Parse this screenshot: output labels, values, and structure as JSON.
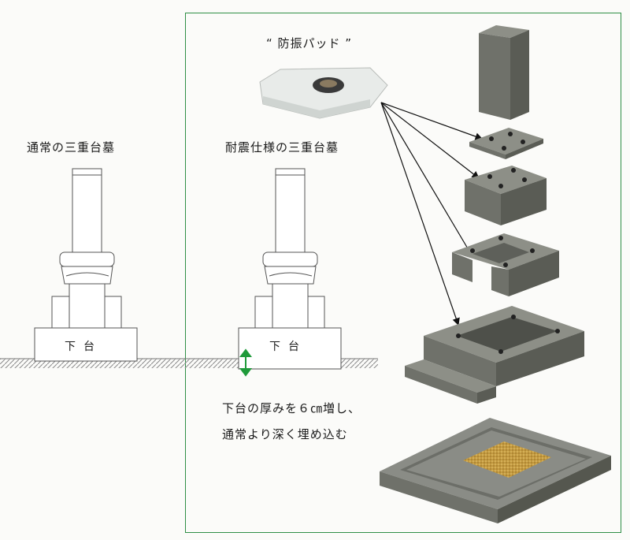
{
  "labels": {
    "normal_tomb": "通常の三重台墓",
    "seismic_tomb": "耐震仕様の三重台墓",
    "pad": "“ 防振パッド ”",
    "base_left": "下台",
    "base_right": "下台",
    "note_line1": "下台の厚みを６㎝増し、",
    "note_line2": "通常より深く埋め込む"
  },
  "colors": {
    "frame": "#2f8f46",
    "arrow_green": "#1f9a3a",
    "stone_top": "#8d8f87",
    "stone_left": "#6f716a",
    "stone_right": "#5a5c55",
    "gravel": "#c9a24a"
  }
}
